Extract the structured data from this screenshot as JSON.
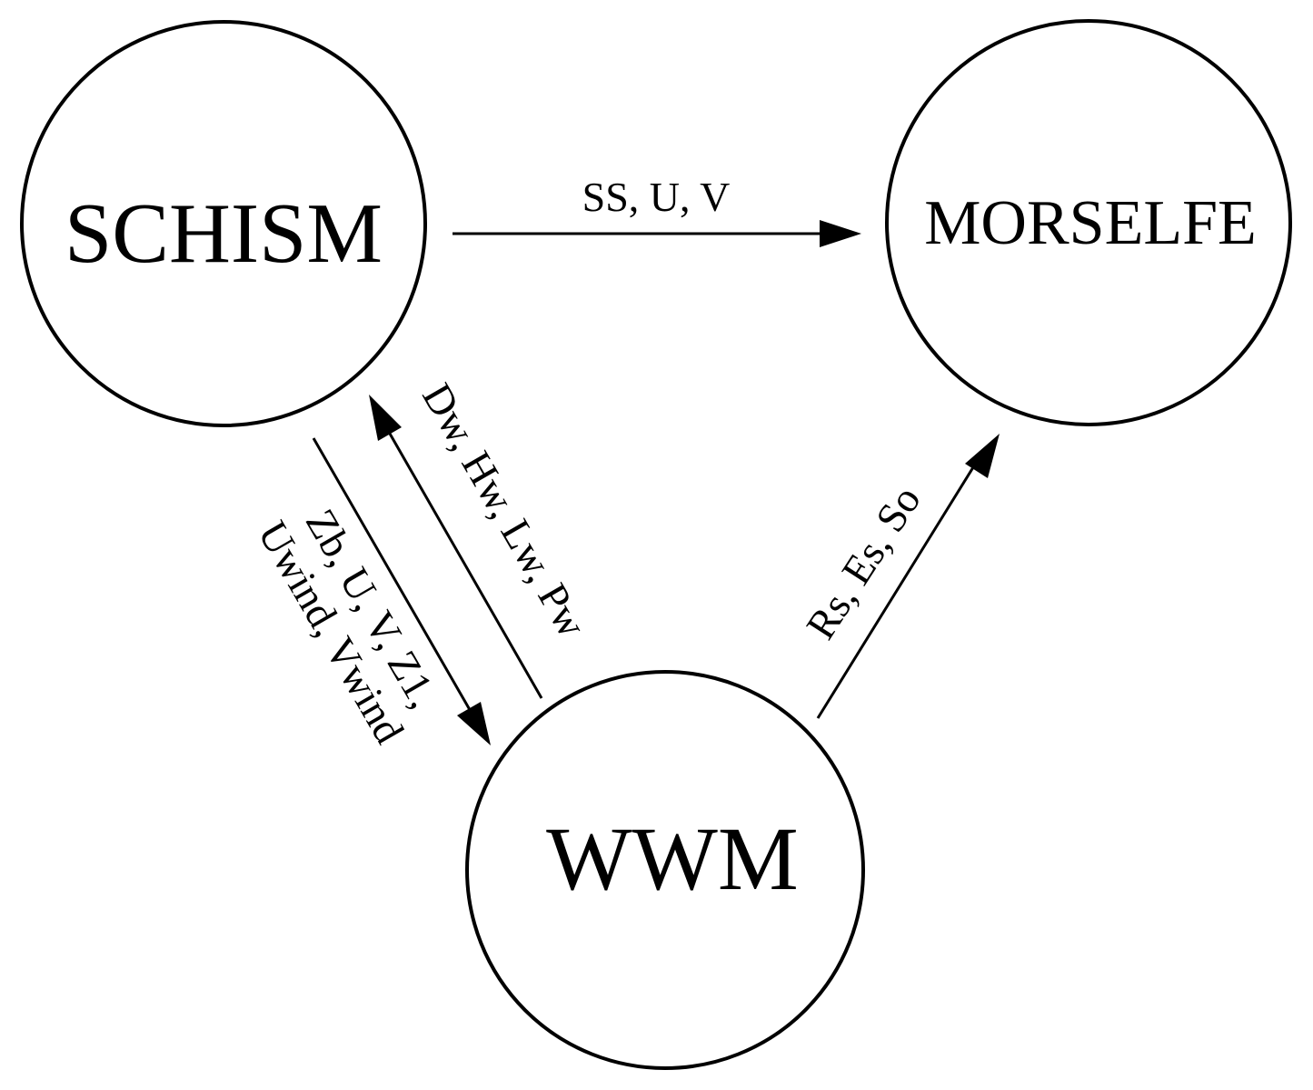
{
  "nodes": {
    "schism": {
      "label": "SCHISM"
    },
    "morselfe": {
      "label": "MORSELFE"
    },
    "wwm": {
      "label": "WWM"
    }
  },
  "edges": {
    "schism_to_morselfe": {
      "label": "SS, U, V"
    },
    "wwm_to_schism": {
      "label": "Dw, Hw, Lw, Pw"
    },
    "schism_to_wwm": {
      "line1": "Zb, U, V, Z1,",
      "line2": "Uwind, Vwind"
    },
    "wwm_to_morselfe": {
      "label": "Rs, Es, So"
    }
  },
  "colors": {
    "stroke": "#000000",
    "background": "#ffffff"
  }
}
